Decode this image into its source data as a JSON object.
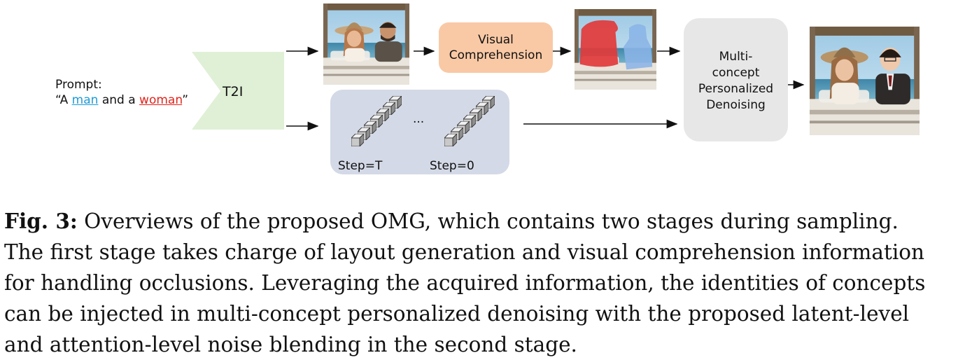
{
  "figure": {
    "prompt_label": "Prompt:",
    "prompt_open": "“A ",
    "prompt_man": "man",
    "prompt_mid": " and a ",
    "prompt_woman": "woman",
    "prompt_close": "”",
    "t2i_label": "T2I",
    "visual_line1": "Visual",
    "visual_line2": "Comprehension",
    "denoise_lines": [
      "Multi-",
      "concept",
      "Personalized",
      "Denoising"
    ],
    "ellipsis": "...",
    "step_t": "Step=T",
    "step_0": "Step=0",
    "colors": {
      "t2i": "#dff0d6",
      "visual": "#f9c9a5",
      "denoise": "#e7e7e7",
      "latent_panel": "#d3d9e6",
      "man_link": "#1e9ad6",
      "woman_link": "#e0241b",
      "mask_woman": "#e23a3a",
      "mask_man": "#8ab4e6"
    }
  },
  "caption": {
    "fig_label": "Fig. 3:",
    "lines": [
      " Overviews of the proposed OMG, which contains two stages during sampling.",
      "The first stage takes charge of layout generation and visual comprehension information",
      "for handling occlusions. Leveraging the acquired information, the identities of concepts",
      "can be injected in multi-concept personalized denoising with the proposed latent-level",
      "and attention-level noise blending in the second stage."
    ]
  }
}
